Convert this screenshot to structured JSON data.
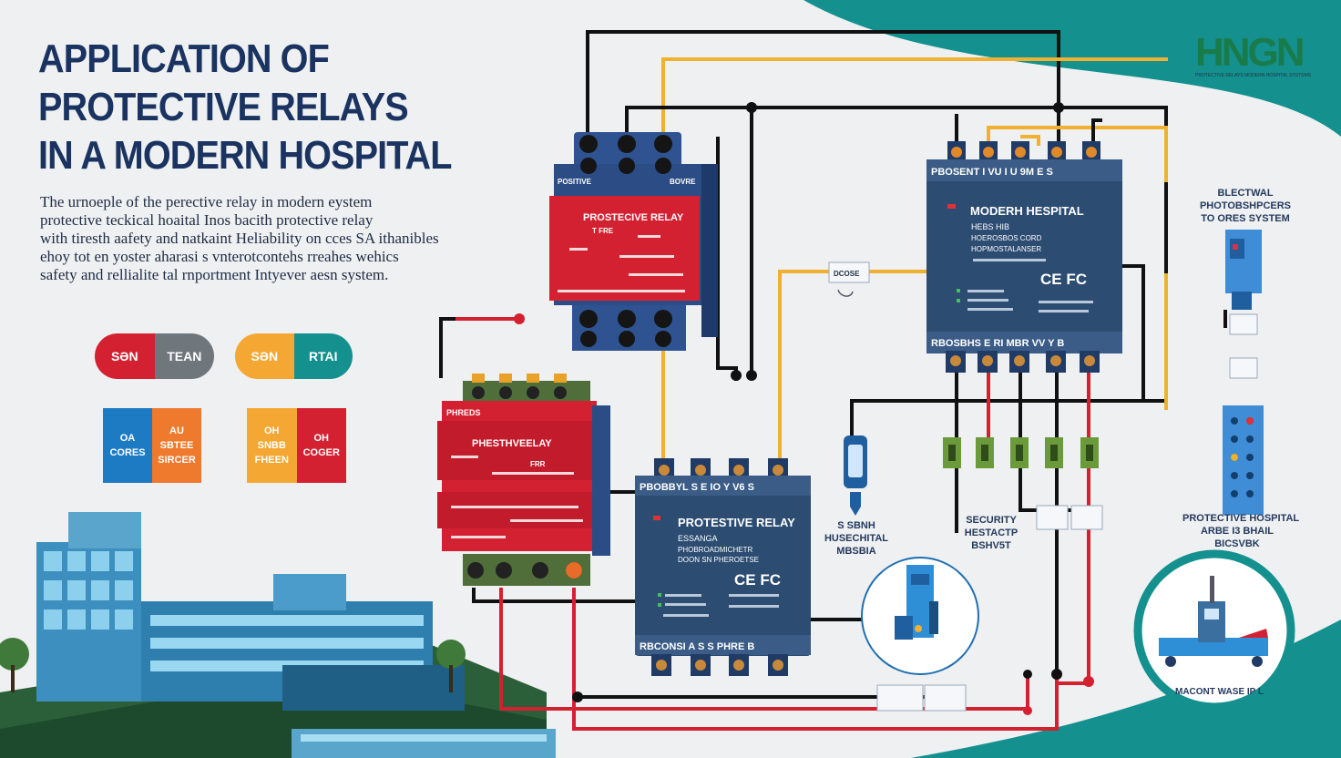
{
  "title_lines": [
    "APPLICATION OF",
    "PROTECTIVE RELAYS",
    "IN A MODERN HOSPITAL"
  ],
  "description_lines": [
    "The urnoeple of the perective relay in modern eystem",
    "protective teckical hoaital Inos bacith protective relay",
    "with tiresth aafety and natkaint Heliability on cces SA ithanibles",
    "ehoy tot en yoster aharasi s vnterotcontehs rreahes wehics",
    "safety and rellialite tal rnportment Intyever aesn system."
  ],
  "legend_pills": [
    {
      "left_text": "SƏN",
      "right_text": "TEAN",
      "left_color": "#d42132",
      "right_color": "#6f767c"
    },
    {
      "left_text": "SƏN",
      "right_text": "RTAI",
      "left_color": "#f5a733",
      "right_color": "#14908f"
    }
  ],
  "legend_tiles": [
    {
      "left_lines": [
        "OA",
        "CORES"
      ],
      "right_lines": [
        "AU",
        "SBTEE",
        "SIRCER"
      ],
      "left_color": "#1d7bc4",
      "right_color": "#ef7a2e"
    },
    {
      "left_lines": [
        "OH",
        "SNBB",
        "FHEEN"
      ],
      "right_lines": [
        "OH",
        "COGER"
      ],
      "left_color": "#f5a733",
      "right_color": "#d42132"
    }
  ],
  "logo": {
    "text": "HNGN",
    "subtext": "PROTECTIVE RELAYS MODERN HOSPITAL SYSTEMS"
  },
  "devices": {
    "relay_top": {
      "header_left": "POSITIVE",
      "header_right": "BOVRE",
      "name": "PROSTECIVE RELAY",
      "sub": "T  FRE"
    },
    "relay_left": {
      "header": "PHREDS",
      "name": "PHESTHVEELAY",
      "sub": "FRR"
    },
    "panel_center": {
      "top_strip": "PBOBBYL S  E  IO Y V6 S",
      "name": "PROTESTIVE RELAY",
      "lines": [
        "ESSANGA",
        "PHOBROADMICHETR",
        "DOON SN PHEROETSE"
      ],
      "marks": "CE FC",
      "bottom_strip": "RBCONSI A  S  S  PHRE B"
    },
    "panel_right": {
      "top_strip": "PBOSENT  I VU I U 9M E S",
      "name": "MODERH HESPITAL",
      "lines": [
        "HEBS HIB",
        "HOEROSBOS CORD",
        "HOPMOSTALANSER"
      ],
      "marks": "CE FC",
      "bottom_strip": "RBOSBHS  E  RI  MBR VV Y  B"
    }
  },
  "side_labels": {
    "electrical": [
      "BLECTWAL",
      "PHOTOBSHPCERS",
      "TO ORES SYSTEM"
    ],
    "protective_hospital": [
      "PROTECTIVE HOSPITAL",
      "ARBE I3 BHAIL",
      "BICSVBK"
    ],
    "sensor": [
      "S SBNH",
      "HUSECHITAL",
      "MBSBIA"
    ],
    "security": [
      "SECURITY",
      "HESTACTP",
      "BSHV5T"
    ],
    "bottom_circle": "MACONT WASE IP L",
    "tag_mid": "DCOSE"
  }
}
